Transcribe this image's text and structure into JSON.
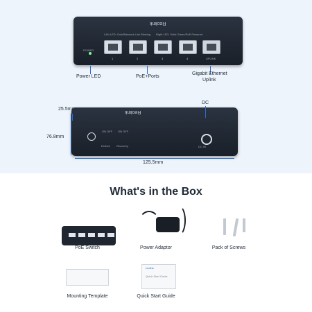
{
  "brand": "Reolink",
  "front": {
    "power_label": "POWER",
    "uplink_label": "UPLINK",
    "ports": [
      "1",
      "2",
      "3",
      "4"
    ],
    "lan_text": "LAN LED: Solid/Network Link Blinking",
    "right_text": "Right LED: Solid Green/PoE Powered",
    "callouts": {
      "power_led": "Power LED",
      "poe_ports": "PoE+Ports",
      "gigabit": "Gigabit Ethernet",
      "uplink": "Uplink"
    }
  },
  "back": {
    "dc": "DC",
    "dc_in": "DC IN",
    "extend": "Extend",
    "recovery": "Recovery",
    "on_off_1": "ON  OFF",
    "on_off_2": "ON  OFF",
    "dims": {
      "height": "25.5mm",
      "depth": "76.8mm",
      "width": "125.5mm"
    }
  },
  "box": {
    "title": "What's in the Box",
    "items": [
      "PoE Switch",
      "Power Adaptor",
      "Pack of Screws",
      "Mounting Template",
      "Quick Start Guide"
    ],
    "guide_title": "reolink",
    "guide_subtitle": "Quick Start Guide"
  },
  "colors": {
    "accent": "#2b6ccf",
    "dark": "#1f2b38",
    "panel": "#eef4fb"
  }
}
